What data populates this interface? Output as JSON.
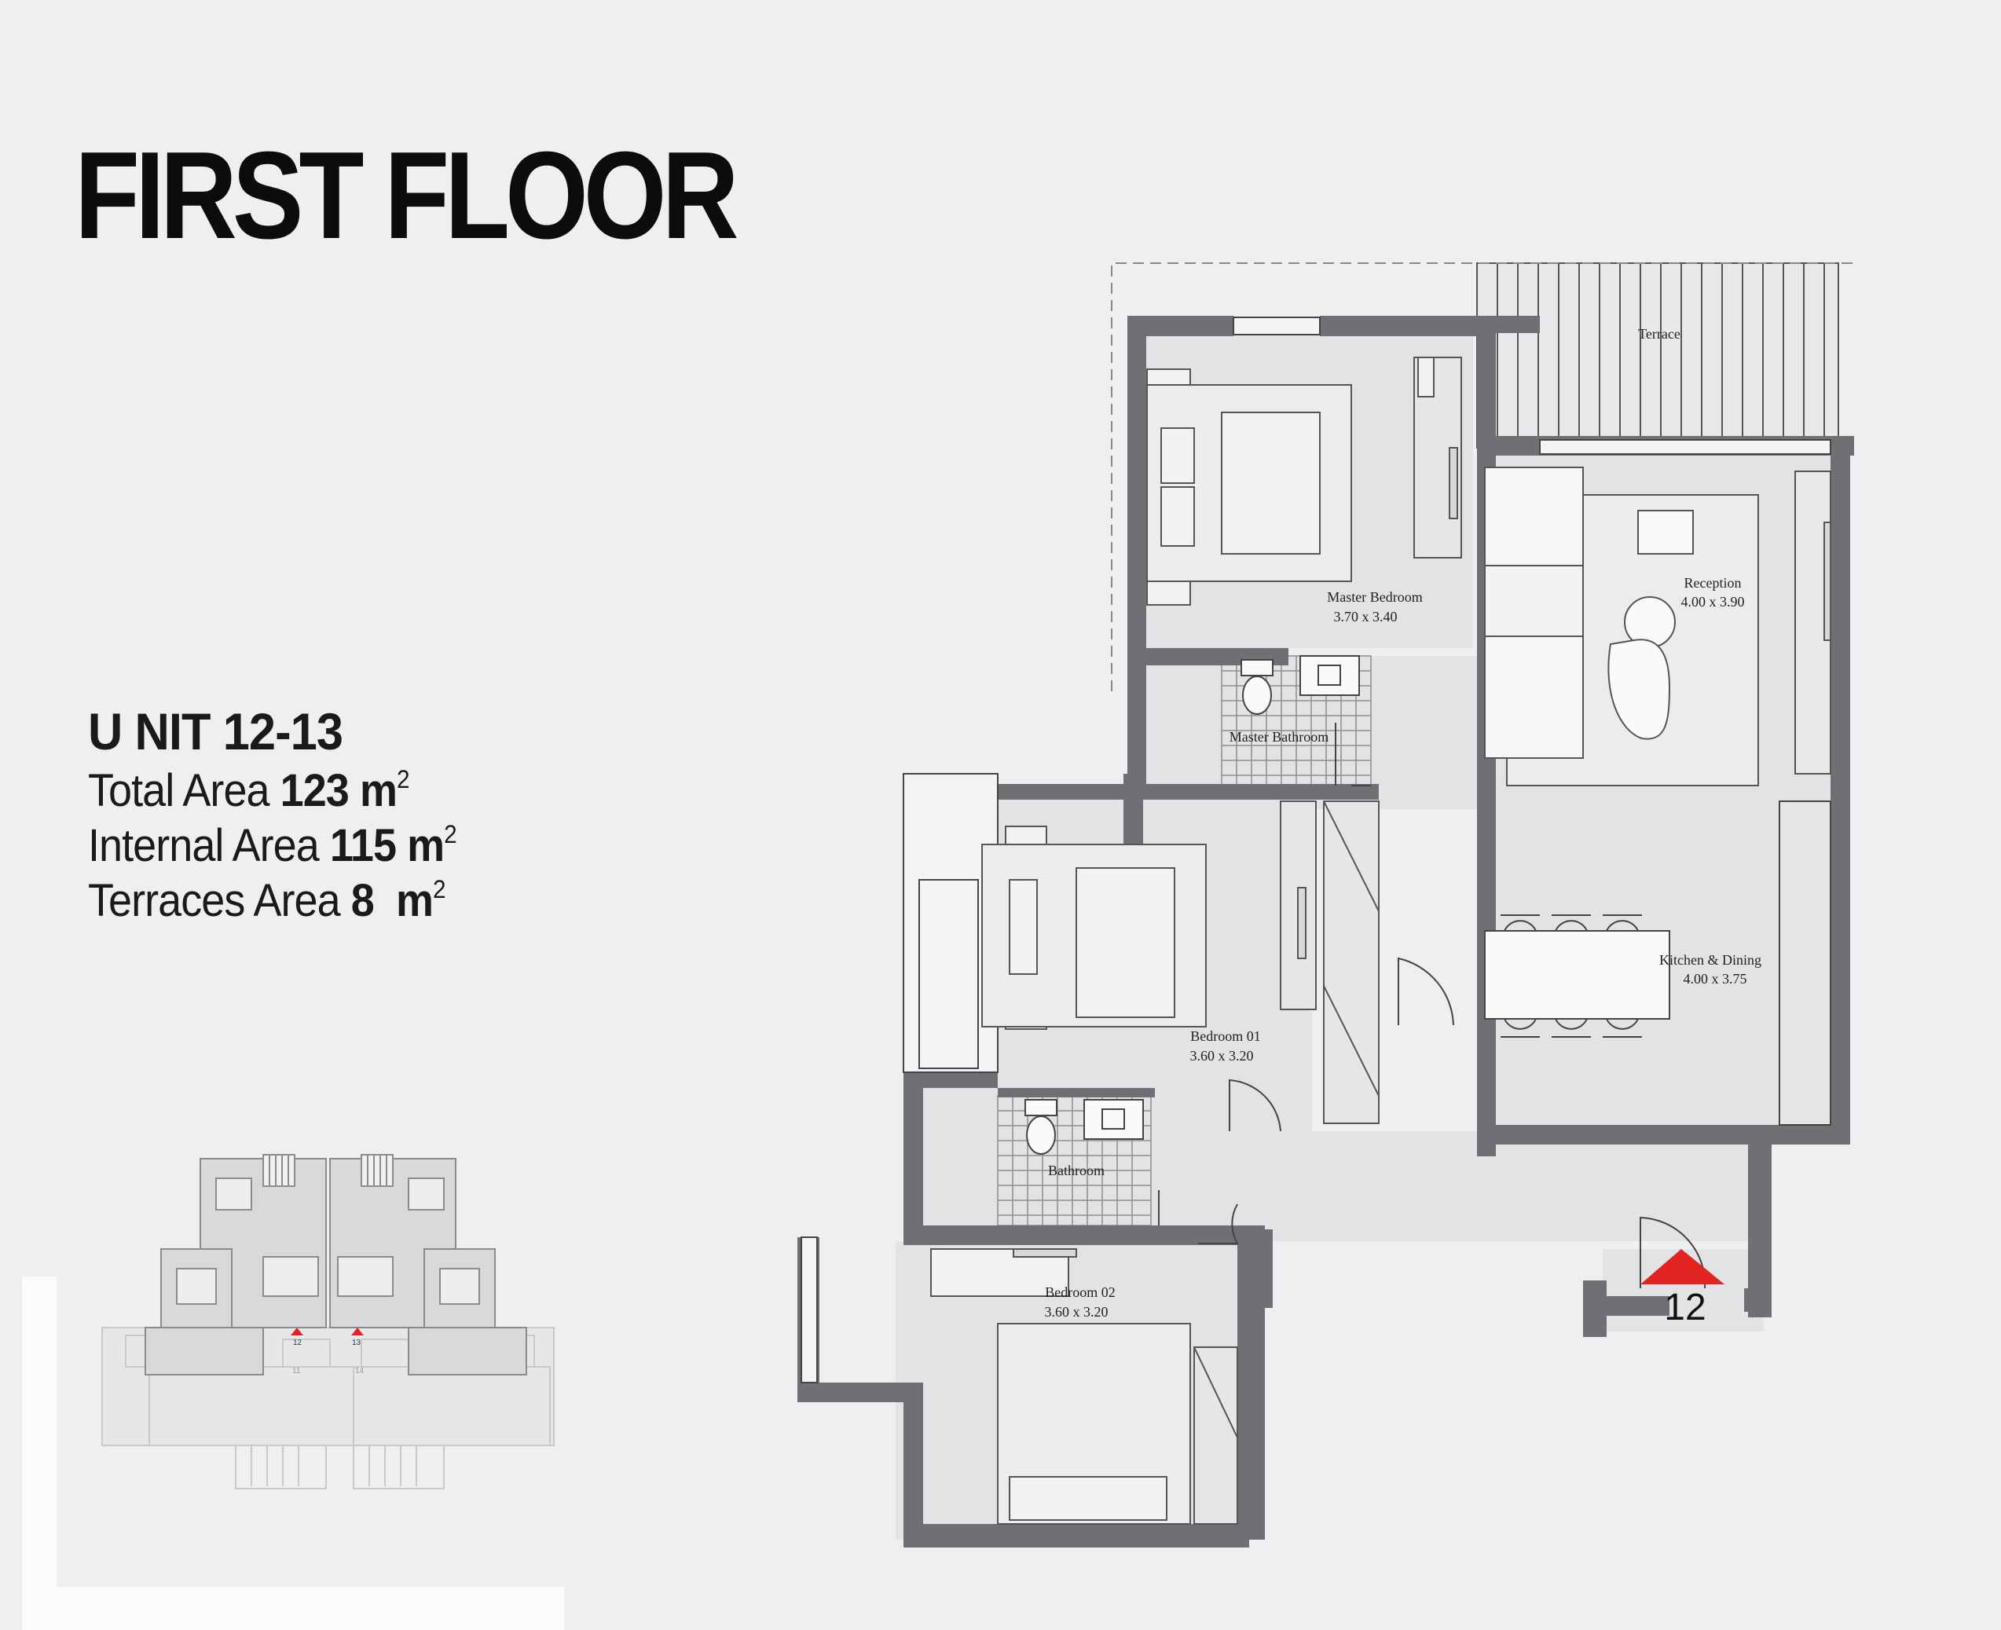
{
  "page_title": "FIRST FLOOR",
  "unit": {
    "title": "U NIT 12-13",
    "areas": [
      {
        "label": "Total Area",
        "value": "123",
        "unit": "m",
        "exp": "2"
      },
      {
        "label": "Internal Area",
        "value": "115",
        "unit": "m",
        "exp": "2"
      },
      {
        "label": "Terraces Area",
        "value": "8",
        "unit": "m",
        "exp": "2"
      }
    ]
  },
  "rooms": {
    "terrace": {
      "name": "Terrace"
    },
    "master_bedroom": {
      "name": "Master Bedroom",
      "size": "3.70 x 3.40"
    },
    "master_bathroom": {
      "name": "Master Bathroom"
    },
    "reception": {
      "name": "Reception",
      "size": "4.00 x 3.90"
    },
    "bedroom_01": {
      "name": "Bedroom 01",
      "size": "3.60 x 3.20"
    },
    "kitchen_dining": {
      "name": "Kitchen & Dining",
      "size": "4.00 x 3.75"
    },
    "bathroom": {
      "name": "Bathroom"
    },
    "bedroom_02": {
      "name": "Bedroom 02",
      "size": "3.60 x 3.20"
    }
  },
  "entrance": {
    "unit_number": "12",
    "marker_color": "#e32222"
  },
  "key_plan": {
    "labels": [
      "12",
      "13",
      "11",
      "14"
    ],
    "highlight_color": "#e32222"
  },
  "colors": {
    "wall": "#6f7073",
    "floor": "#e2e3e4",
    "background": "#eeeff0",
    "marker": "#e32222"
  }
}
